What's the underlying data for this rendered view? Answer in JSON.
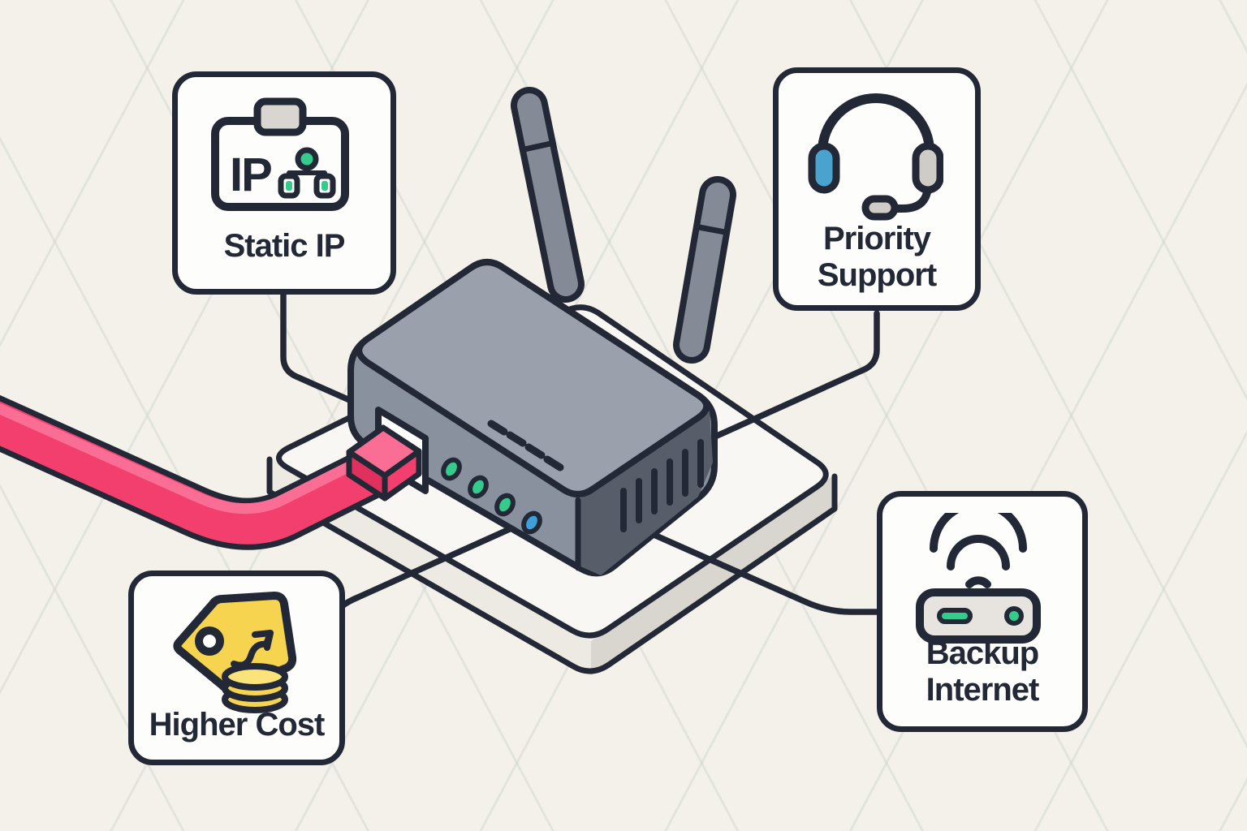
{
  "scene": {
    "description": "Isometric illustration of a wifi router on a platform with a pink WAN cable plugged in, linked by lines to four feature callouts",
    "router": "wifi-router",
    "cable": "wan-cable",
    "platform": "isometric-platform"
  },
  "colors": {
    "background": "#f4f1ea",
    "outline": "#232836",
    "box_fill": "#fdfdfb",
    "text_color": "#232836",
    "router_top": "#9aa1ad",
    "router_front": "#8a919e",
    "router_side": "#575d69",
    "antenna_gray": "#848b96",
    "platform_top": "#f8f7f3",
    "platform_side_left": "#eceae3",
    "platform_side_right": "#d9d6d0",
    "cable_pink": "#f23f6d",
    "cable_pink_light": "#fa6e95",
    "cable_pink_dark": "#e0305e",
    "accent_green": "#35cb8d",
    "accent_blue_led": "#3fa0d9",
    "earpiece_blue": "#4aa3cf",
    "accent_yellow": "#f7d44f",
    "accent_yellow_light": "#fae37a",
    "gray_accent": "#cfccc7",
    "tab_gray": "#d9d6d2",
    "modem_gray": "#e7e4e0"
  },
  "callouts": [
    {
      "id": "static-ip",
      "icon": "id-badge",
      "icon_text": "IP",
      "label_lines": [
        "Static IP"
      ]
    },
    {
      "id": "priority-support",
      "icon": "headset",
      "label_lines": [
        "Priority",
        "Support"
      ]
    },
    {
      "id": "higher-cost",
      "icon": "price-tag",
      "label_lines": [
        "Higher Cost"
      ]
    },
    {
      "id": "backup-internet",
      "icon": "wifi-modem",
      "label_lines": [
        "Backup",
        "Internet"
      ]
    }
  ]
}
